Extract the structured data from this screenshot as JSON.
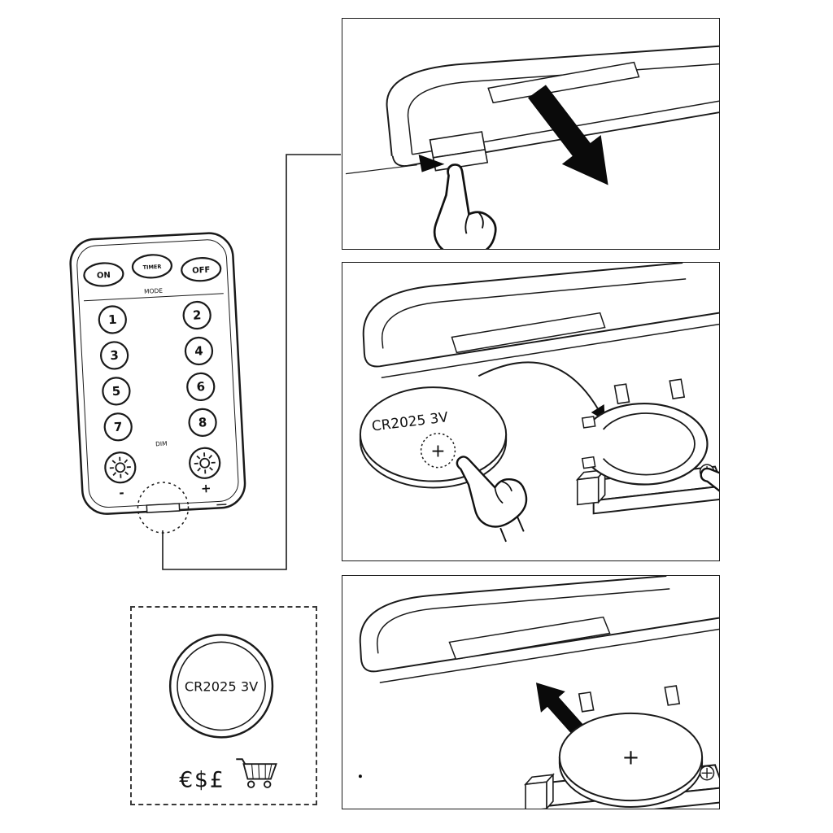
{
  "remote": {
    "power_buttons": [
      "ON",
      "TIMER",
      "OFF"
    ],
    "section_labels": {
      "mode": "MODE",
      "dim": "DIM"
    },
    "number_buttons": [
      "1",
      "2",
      "3",
      "4",
      "5",
      "6",
      "7",
      "8"
    ],
    "dim_controls": {
      "decrease": "-",
      "increase": "+"
    }
  },
  "steps": {
    "step2": {
      "battery_label": "CR2025 3V",
      "battery_polarity": "+"
    },
    "step3": {
      "battery_polarity": "+"
    }
  },
  "battery_purchase": {
    "battery_label": "CR2025 3V",
    "currencies": "€$£"
  },
  "colors": {
    "line": "#1a1a1a",
    "arrow_fill": "#0a0a0a",
    "background": "#ffffff"
  }
}
